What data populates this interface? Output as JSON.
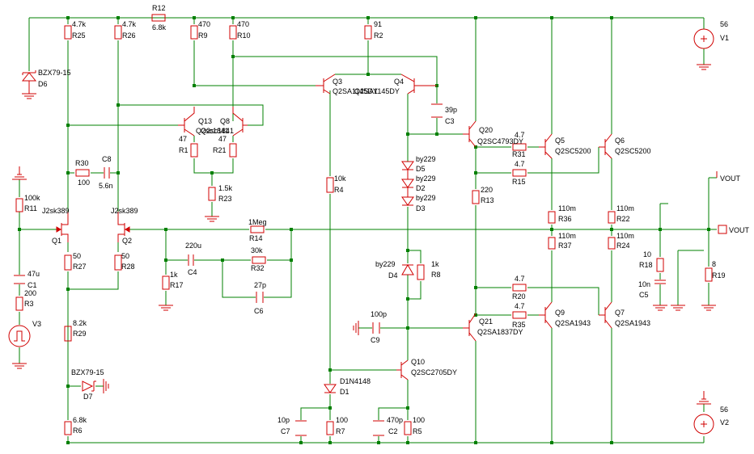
{
  "components": {
    "R25": {
      "ref": "R25",
      "value": "4.7k"
    },
    "R26": {
      "ref": "R26",
      "value": "4.7k"
    },
    "R12": {
      "ref": "R12",
      "value": "6.8k"
    },
    "R9": {
      "ref": "R9",
      "value": "470"
    },
    "R10": {
      "ref": "R10",
      "value": "470"
    },
    "R2": {
      "ref": "R2",
      "value": "91"
    },
    "V1": {
      "ref": "V1",
      "value": "56"
    },
    "D6": {
      "ref": "D6",
      "value": "BZX79-15"
    },
    "Q3": {
      "ref": "Q3",
      "value": "Q2SA1145DY"
    },
    "Q4": {
      "ref": "Q4",
      "value": "Q2SA1145DY"
    },
    "C3": {
      "ref": "C3",
      "value": "39p"
    },
    "Q13": {
      "ref": "Q13",
      "value": "Q2sc1841"
    },
    "Q8": {
      "ref": "Q8",
      "value": "Q2sc1841"
    },
    "Q20": {
      "ref": "Q20",
      "value": "Q2SC4793DY"
    },
    "R1": {
      "ref": "R1",
      "value": "47"
    },
    "R21": {
      "ref": "R21",
      "value": "47"
    },
    "R31": {
      "ref": "R31",
      "value": "4.7"
    },
    "Q5": {
      "ref": "Q5",
      "value": "Q2SC5200"
    },
    "Q6": {
      "ref": "Q6",
      "value": "Q2SC5200"
    },
    "R30": {
      "ref": "R30",
      "value": "100"
    },
    "C8": {
      "ref": "C8",
      "value": "5.6n"
    },
    "D5": {
      "ref": "D5",
      "value": "by229"
    },
    "D2": {
      "ref": "D2",
      "value": "by229"
    },
    "D3": {
      "ref": "D3",
      "value": "by229"
    },
    "R15": {
      "ref": "R15",
      "value": "4.7"
    },
    "R23": {
      "ref": "R23",
      "value": "1.5k"
    },
    "R4": {
      "ref": "R4",
      "value": "10k"
    },
    "R13": {
      "ref": "R13",
      "value": "220"
    },
    "R11": {
      "ref": "R11",
      "value": "100k"
    },
    "Q1": {
      "ref": "Q1",
      "value": "J2sk389"
    },
    "Q2": {
      "ref": "Q2",
      "value": "J2sk389"
    },
    "R14": {
      "ref": "R14",
      "value": "1Meg"
    },
    "R36": {
      "ref": "R36",
      "value": "110m"
    },
    "R22": {
      "ref": "R22",
      "value": "110m"
    },
    "R37": {
      "ref": "R37",
      "value": "110m"
    },
    "R24": {
      "ref": "R24",
      "value": "110m"
    },
    "VOUT_top": {
      "value": "VOUT"
    },
    "VOUT_right": {
      "value": "VOUT"
    },
    "R27": {
      "ref": "R27",
      "value": "50"
    },
    "R28": {
      "ref": "R28",
      "value": "50"
    },
    "C4": {
      "ref": "C4",
      "value": "220u"
    },
    "R17": {
      "ref": "R17",
      "value": "1k"
    },
    "R32": {
      "ref": "R32",
      "value": "30k"
    },
    "C6": {
      "ref": "C6",
      "value": "27p"
    },
    "D4": {
      "ref": "D4",
      "value": "by229"
    },
    "R8": {
      "ref": "R8",
      "value": "1k"
    },
    "R18": {
      "ref": "R18",
      "value": "10"
    },
    "C5": {
      "ref": "C5",
      "value": "10n"
    },
    "R19": {
      "ref": "R19",
      "value": "8"
    },
    "C1": {
      "ref": "C1",
      "value": "47u"
    },
    "R3": {
      "ref": "R3",
      "value": "200"
    },
    "R20": {
      "ref": "R20",
      "value": "4.7"
    },
    "R35": {
      "ref": "R35",
      "value": "4.7"
    },
    "Q21": {
      "ref": "Q21",
      "value": "Q2SA1837DY"
    },
    "Q9": {
      "ref": "Q9",
      "value": "Q2SA1943"
    },
    "Q7": {
      "ref": "Q7",
      "value": "Q2SA1943"
    },
    "C9": {
      "ref": "C9",
      "value": "100p"
    },
    "V3": {
      "ref": "V3"
    },
    "R29": {
      "ref": "R29",
      "value": "8.2k"
    },
    "Q10": {
      "ref": "Q10",
      "value": "Q2SC2705DY"
    },
    "D7": {
      "ref": "D7",
      "value": "BZX79-15"
    },
    "D1": {
      "ref": "D1",
      "value": "D1N4148"
    },
    "R6": {
      "ref": "R6",
      "value": "6.8k"
    },
    "C7": {
      "ref": "C7",
      "value": "10p"
    },
    "R7": {
      "ref": "R7",
      "value": "100"
    },
    "C2": {
      "ref": "C2",
      "value": "470p"
    },
    "R5": {
      "ref": "R5",
      "value": "100"
    },
    "V2": {
      "ref": "V2",
      "value": "56"
    }
  }
}
